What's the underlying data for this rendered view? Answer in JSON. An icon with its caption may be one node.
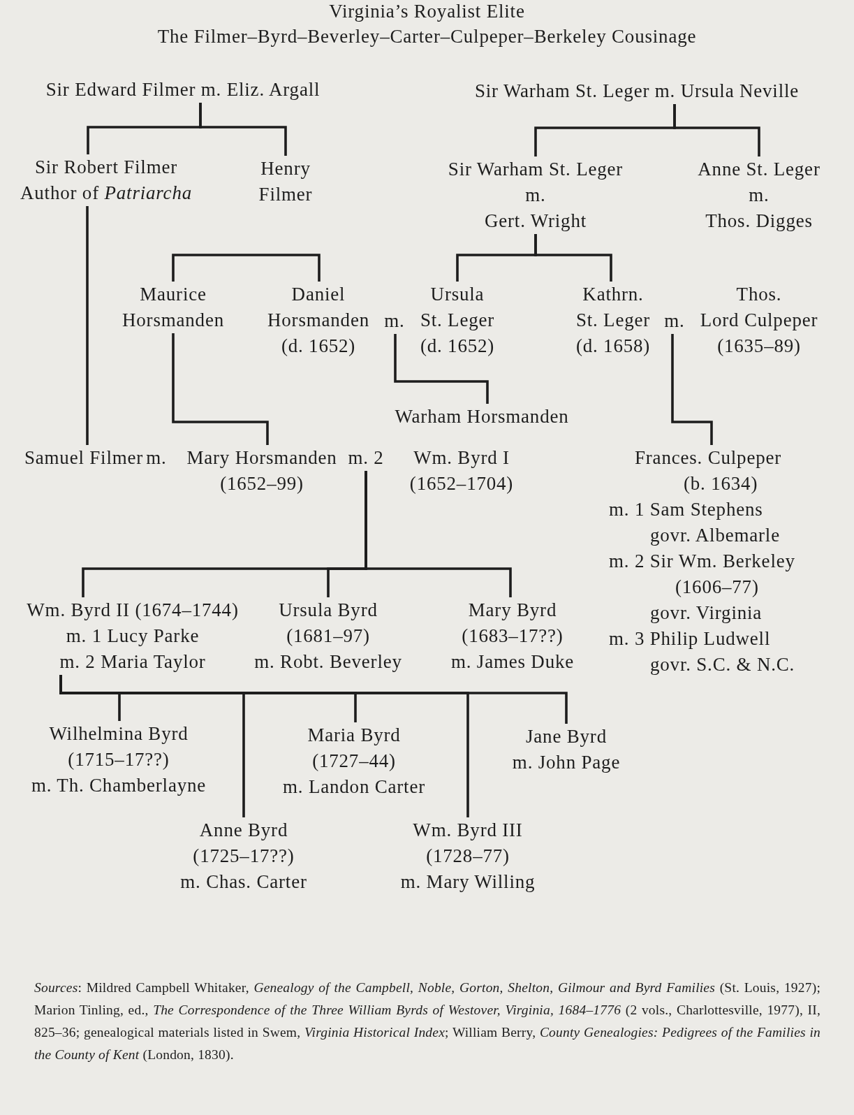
{
  "diagram": {
    "title": "Virginia’s Royalist Elite",
    "caption": "*Sources*: Mildred Campbell Whitaker, *Genealogy of the Campbell, Noble, Gorton, Shelton, Gilmour and Byrd Families* (St. Louis, 1927); Marion Tinling, ed., *The Correspondence of the Three William Byrds of Westover, Virginia, 1684–1776* (2 vols., Charlottesville, 1977), II, 825–36; genealogical materials listed in Swem, *Virginia Historical Index*; William Berry, *County Genealogies: Pedigrees of the Families in the County of Kent* (London, 1830).",
    "nodes": [
      {
        "text": [
          "Sir Edward Filmer m. Eliz. Argall"
        ]
      },
      {
        "text": [
          "Sir Warham St. Leger m. Ursula Neville"
        ]
      },
      {
        "text": [
          "Sir Robert Filmer",
          "Author of *Patriarcha*"
        ]
      },
      {
        "text": [
          "Henry Filmer"
        ]
      },
      {
        "text": [
          "Sir Warham St. Leger",
          "m.",
          "Gert. Wright"
        ]
      },
      {
        "text": [
          "Anne St. Leger",
          "m.",
          "Thos. Digges"
        ]
      },
      {
        "text": [
          "Maurice Horsmanden"
        ]
      },
      {
        "text": [
          "Daniel Horsmanden",
          "(d. 1652)"
        ]
      },
      {
        "text": [
          "m."
        ]
      },
      {
        "text": [
          "Ursula St. Leger",
          "(d. 1652)"
        ]
      },
      {
        "text": [
          "Kathrn. St. Leger",
          "(d. 1658)"
        ]
      },
      {
        "text": [
          "m."
        ]
      },
      {
        "text": [
          "Thos.",
          "Lord Culpeper",
          "(1635–89)"
        ]
      },
      {
        "text": [
          "Warham Horsmanden"
        ]
      },
      {
        "text": [
          "Samuel Filmer"
        ]
      },
      {
        "text": [
          "m."
        ]
      },
      {
        "text": [
          "Mary Horsmanden",
          "(1652–99)"
        ]
      },
      {
        "text": [
          "m. 2"
        ]
      },
      {
        "text": [
          "Wm. Byrd I",
          "(1652–1704)"
        ]
      },
      {
        "text": [
          "Frances. Culpeper",
          "(b. 1634)",
          "m. 1 Sam Stephens",
          "govr. Albemarle",
          "m. 2 Sir Wm. Berkeley",
          "(1606–77)",
          "govr. Virginia",
          "m. 3 Philip Ludwell",
          "govr. S.C. & N.C."
        ]
      },
      {
        "text": [
          "Wm. Byrd II (1674–1744)",
          "m. 1 Lucy Parke",
          "m. 2 Maria Taylor"
        ]
      },
      {
        "text": [
          "Ursula Byrd",
          "(1681–97)",
          "m. Robt. Beverley"
        ]
      },
      {
        "text": [
          "Mary Byrd",
          "(1683–17??)",
          "m. James Duke"
        ]
      },
      {
        "text": [
          "Wilhelmina Byrd",
          "(1715–17??)",
          "m. Th. Chamberlayne"
        ]
      },
      {
        "text": [
          "Maria Byrd",
          "(1727–44)",
          "m. Landon Carter"
        ]
      },
      {
        "text": [
          "Jane Byrd",
          "m. John Page"
        ]
      },
      {
        "text": [
          "Anne Byrd",
          "(1725–17??)",
          "m. Chas. Carter"
        ]
      },
      {
        "text": [
          "Wm. Byrd III",
          "(1728–77)",
          "m. Mary Willing"
        ]
      }
    ],
    "edges": [
      {
        "from": 0,
        "to": 2,
        "arrow": "none"
      },
      {
        "from": 0,
        "to": 3,
        "arrow": "none"
      },
      {
        "from": 1,
        "to": 4,
        "arrow": "none"
      },
      {
        "from": 1,
        "to": 5,
        "arrow": "none"
      },
      {
        "from": 2,
        "to": 14,
        "arrow": "none"
      },
      {
        "from": 4,
        "to": 9,
        "arrow": "none"
      },
      {
        "from": 4,
        "to": 10,
        "arrow": "none"
      },
      {
        "from": 6,
        "to": 7,
        "arrow": "none"
      },
      {
        "from": 6,
        "to": 16,
        "arrow": "none"
      },
      {
        "from": 8,
        "to": 13,
        "arrow": "none"
      },
      {
        "from": 11,
        "to": 19,
        "arrow": "none"
      },
      {
        "from": 17,
        "to": 20,
        "arrow": "none"
      },
      {
        "from": 17,
        "to": 21,
        "arrow": "none"
      },
      {
        "from": 17,
        "to": 22,
        "arrow": "none"
      },
      {
        "from": 20,
        "to": 23,
        "arrow": "none"
      },
      {
        "from": 20,
        "to": 26,
        "arrow": "none"
      },
      {
        "from": 20,
        "to": 24,
        "arrow": "none"
      },
      {
        "from": 20,
        "to": 27,
        "arrow": "none"
      },
      {
        "from": 20,
        "to": 25,
        "arrow": "none"
      }
    ],
    "labels": [
      "The Filmer–Byrd–Beverley–Carter–Culpeper–Berkeley Cousinage"
    ]
  }
}
